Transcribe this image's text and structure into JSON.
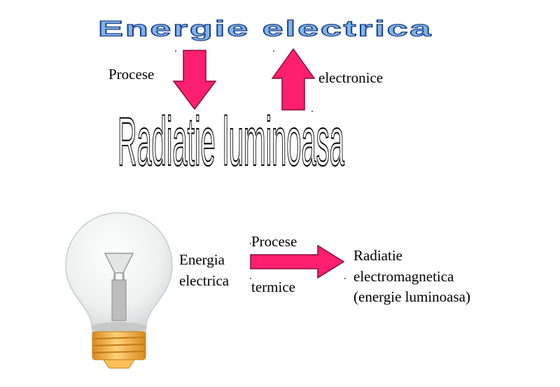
{
  "top": {
    "title": "Energie electrica",
    "label_left": "Procese",
    "label_right": "electronice",
    "radiation": "Radiatie luminoasa"
  },
  "bottom": {
    "energy_line1": "Energia",
    "energy_line2": "electrica",
    "process_top": "Procese",
    "process_bottom": "termice",
    "result_line1": "Radiatie",
    "result_line2": "electromagnetica",
    "result_line3": "(energie luminoasa)"
  },
  "colors": {
    "arrow_fill": "#ff1f6e",
    "arrow_stroke": "#8a0c3b",
    "title_fill": "#7fb6e8",
    "title_stroke": "#1b3d8a",
    "bulb_glass": "#eef0f0",
    "bulb_base": "#f2b04a"
  },
  "icons": {
    "down_arrow": "down-arrow-icon",
    "up_arrow": "up-arrow-icon",
    "right_arrow": "right-arrow-icon",
    "bulb": "light-bulb-icon"
  }
}
